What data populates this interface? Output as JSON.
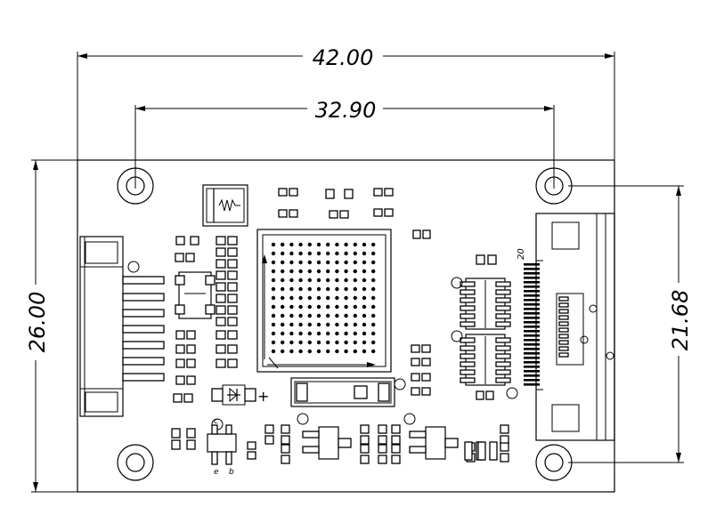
{
  "dimensions": {
    "overall_width": "42.00",
    "hole_spacing_x": "32.90",
    "overall_height": "26.00",
    "hole_spacing_y": "21.68"
  },
  "connector_label": "20",
  "polarity_mark": "+",
  "transistor_pin_labels": [
    "c",
    "e",
    "b"
  ],
  "colors": {
    "line": "#000000",
    "background": "#ffffff"
  }
}
